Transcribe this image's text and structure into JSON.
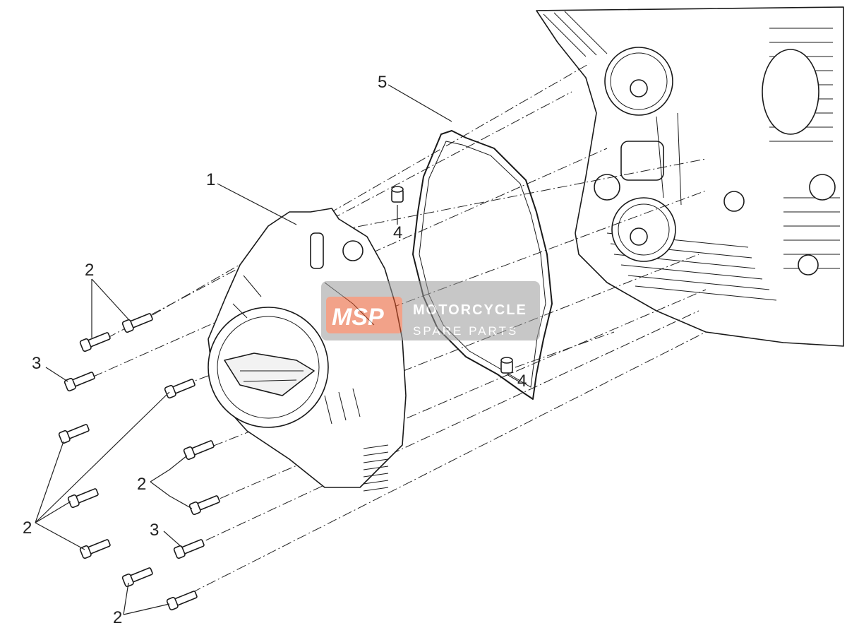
{
  "callouts": {
    "c1": "1",
    "c2a": "2",
    "c3a": "3",
    "c2b": "2",
    "c2c": "2",
    "c3b": "3",
    "c2d": "2",
    "c4a": "4",
    "c4b": "4",
    "c5": "5"
  },
  "watermark": {
    "logo": "MSP",
    "line1": "MOTORCYCLE",
    "line2": "SPARE PARTS",
    "color": "#e8572a"
  }
}
